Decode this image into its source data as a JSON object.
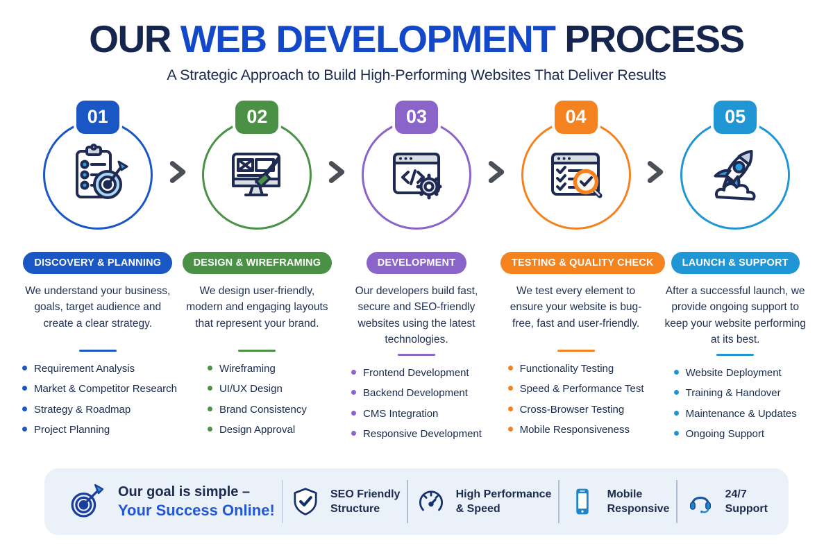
{
  "header": {
    "title_prefix": "OUR",
    "title_highlight": "WEB DEVELOPMENT",
    "title_suffix": "PROCESS",
    "subtitle": "A Strategic Approach to Build High-Performing Websites That Deliver Results"
  },
  "steps": [
    {
      "number": "01",
      "title": "DISCOVERY & PLANNING",
      "color": "#1A56C4",
      "icon": "clipboard-target-icon",
      "description": "We understand your business, goals, target audience and create a clear strategy.",
      "items": [
        "Requirement Analysis",
        "Market & Competitor Research",
        "Strategy & Roadmap",
        "Project Planning"
      ]
    },
    {
      "number": "02",
      "title": "DESIGN & WIREFRAMING",
      "color": "#4A9145",
      "icon": "monitor-brush-icon",
      "description": "We design user-friendly, modern and engaging layouts that represent your brand.",
      "items": [
        "Wireframing",
        "UI/UX Design",
        "Brand Consistency",
        "Design Approval"
      ]
    },
    {
      "number": "03",
      "title": "DEVELOPMENT",
      "color": "#8A64C8",
      "icon": "code-window-gear-icon",
      "description": "Our developers build fast, secure and SEO-friendly websites using the latest technologies.",
      "items": [
        "Frontend Development",
        "Backend Development",
        "CMS Integration",
        "Responsive Development"
      ]
    },
    {
      "number": "04",
      "title": "TESTING & QUALITY CHECK",
      "color": "#F3821F",
      "icon": "checklist-magnifier-icon",
      "description": "We test every element to ensure your website is bug-free, fast and user-friendly.",
      "items": [
        "Functionality Testing",
        "Speed & Performance Test",
        "Cross-Browser Testing",
        "Mobile Responsiveness"
      ]
    },
    {
      "number": "05",
      "title": "LAUNCH & SUPPORT",
      "color": "#2196D4",
      "icon": "rocket-icon",
      "description": "After a successful launch, we provide ongoing support to keep your website performing at its best.",
      "items": [
        "Website Deployment",
        "Training & Handover",
        "Maintenance & Updates",
        "Ongoing Support"
      ]
    }
  ],
  "footer": {
    "goal_line1": "Our goal is simple –",
    "goal_line2": "Your Success Online!",
    "goal_icon": "target-dart-icon",
    "features": [
      {
        "line1": "SEO Friendly",
        "line2": "Structure",
        "icon": "shield-check-icon"
      },
      {
        "line1": "High Performance",
        "line2": "& Speed",
        "icon": "speedometer-icon"
      },
      {
        "line1": "Mobile",
        "line2": "Responsive",
        "icon": "mobile-phone-icon"
      },
      {
        "line1": "24/7",
        "line2": "Support",
        "icon": "headset-icon"
      }
    ]
  },
  "colors": {
    "title_navy": "#16254E",
    "title_blue": "#1349C8",
    "body_text": "#1F2E52",
    "arrow_gray": "#4A5056",
    "footer_background": "#EBF1F9",
    "step_accents": [
      "#1A56C4",
      "#4A9145",
      "#8A64C8",
      "#F3821F",
      "#2196D4"
    ]
  }
}
